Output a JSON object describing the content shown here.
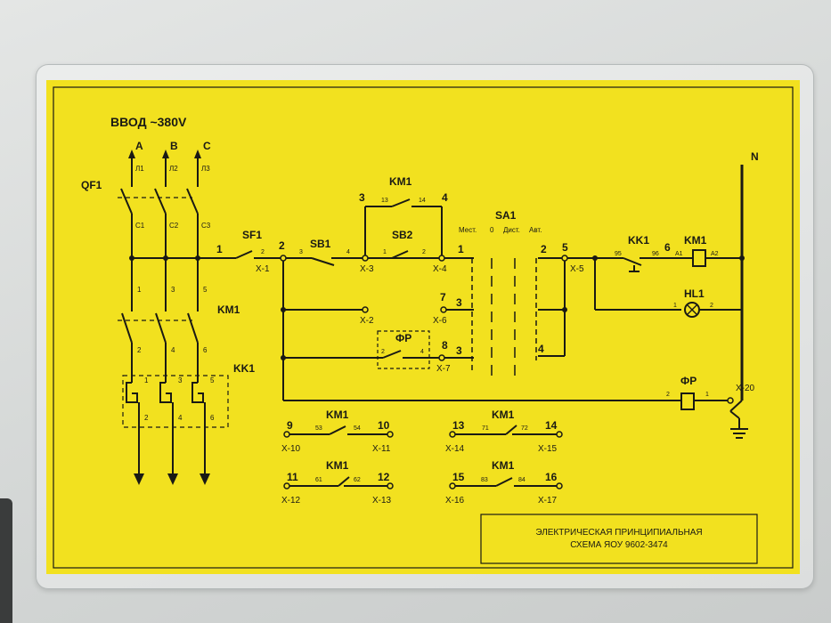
{
  "supply": {
    "title": "ВВОД ~380V",
    "phases": [
      "A",
      "B",
      "C"
    ],
    "lines": [
      "Л1",
      "Л2",
      "Л3"
    ],
    "contacts_c": [
      "C1",
      "C2",
      "C3"
    ],
    "n_label": "N"
  },
  "qf1": "QF1",
  "km1_power": {
    "label": "KM1",
    "pins_in": [
      "1",
      "3",
      "5"
    ],
    "pins_out": [
      "2",
      "4",
      "6"
    ]
  },
  "kk1_power": {
    "label": "KK1",
    "pins_in": [
      "1",
      "3",
      "5"
    ],
    "pins_out": [
      "2",
      "4",
      "6"
    ]
  },
  "sf1": {
    "label": "SF1",
    "node_left": "1",
    "node_pin": "2",
    "x": "X-1",
    "node_right": "2"
  },
  "sb1": {
    "label": "SB1",
    "pin_in": "3",
    "pin_out": "4",
    "x": "X-3"
  },
  "km1_top": {
    "label": "KM1",
    "node_left": "3",
    "node_right": "4",
    "pin_a": "13",
    "pin_b": "14"
  },
  "sb2": {
    "label": "SB2",
    "pin_in": "1",
    "pin_out": "2",
    "x": "X-4"
  },
  "sa1": {
    "label": "SA1",
    "mest": "Мест.",
    "zero": "0",
    "dist": "Дист.",
    "avt": "Авт."
  },
  "nodes": {
    "n1": "1",
    "n3a": "3",
    "n3b": "3",
    "n7": "7",
    "n8": "8",
    "n2": "2",
    "n4": "4",
    "n5": "5"
  },
  "x_labels": {
    "x2": "X-2",
    "x6": "X-6",
    "x7": "X-7",
    "x5": "X-5",
    "x20": "X-20"
  },
  "fr_switch": {
    "label": "ФР",
    "pin_in": "2",
    "pin_out": "4"
  },
  "kk1_contact": {
    "label": "KK1",
    "pin_a": "95",
    "pin_b": "96",
    "node": "6"
  },
  "km1_coil": {
    "label": "KM1",
    "pin_a": "A1",
    "pin_b": "A2"
  },
  "hl1": {
    "label": "HL1",
    "pin_a": "1",
    "pin_b": "2"
  },
  "fr_coil": {
    "label": "ФР",
    "pin_a": "2",
    "pin_b": "1"
  },
  "aux": [
    {
      "label": "KM1",
      "nl": "9",
      "nr": "10",
      "pa": "53",
      "pb": "54",
      "xl": "X-10",
      "xr": "X-11"
    },
    {
      "label": "KM1",
      "nl": "11",
      "nr": "12",
      "pa": "61",
      "pb": "62",
      "xl": "X-12",
      "xr": "X-13"
    },
    {
      "label": "KM1",
      "nl": "13",
      "nr": "14",
      "pa": "71",
      "pb": "72",
      "xl": "X-14",
      "xr": "X-15"
    },
    {
      "label": "KM1",
      "nl": "15",
      "nr": "16",
      "pa": "83",
      "pb": "84",
      "xl": "X-16",
      "xr": "X-17"
    }
  ],
  "title_block": {
    "line1": "ЭЛЕКТРИЧЕСКАЯ ПРИНЦИПИАЛЬНАЯ",
    "line2": "СХЕМА ЯОУ 9602-3474"
  },
  "colors": {
    "board": "#f2e11f",
    "ink": "#1a1a14",
    "wall": "#d9dcdb"
  }
}
